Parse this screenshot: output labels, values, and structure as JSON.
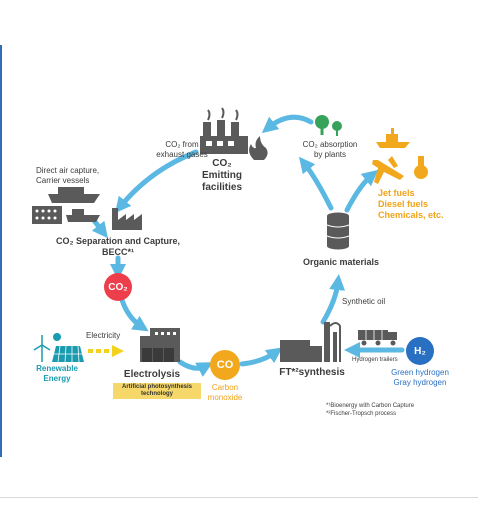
{
  "nodes": {
    "co2_from_exhaust": "CO₂ from\nexhaust gases",
    "emitting_line1": "CO₂",
    "emitting_line2": "Emitting",
    "emitting_line3": "facilities",
    "dac_line1": "Direct air capture,",
    "dac_line2": "Carrier vessels",
    "separation_line1": "CO₂ Separation and Capture,",
    "separation_line2": "BECC*¹",
    "co2_badge": "CO₂",
    "electricity": "Electricity",
    "renewable_line1": "Renewable",
    "renewable_line2": "Energy",
    "electrolysis": "Electrolysis",
    "photosynthesis_line1": "Artificial photosynthesis",
    "photosynthesis_line2": "technology",
    "co_badge": "CO",
    "carbon_monoxide_line1": "Carbon",
    "carbon_monoxide_line2": "monoxide",
    "ft_synthesis": "FT*²synthesis",
    "hydrogen_trailers": "Hydrogen trailers",
    "h2_badge": "H₂",
    "green_hydrogen": "Green hydrogen",
    "gray_hydrogen": "Gray hydrogen",
    "synthetic_oil": "Synthetic oil",
    "organic_materials": "Organic materials",
    "co2_absorption_line1": "CO₂ absorption",
    "co2_absorption_line2": "by plants",
    "jet_fuels": "Jet fuels",
    "diesel_fuels": "Diesel fuels",
    "chemicals": "Chemicals, etc."
  },
  "footnotes": {
    "note1": "*¹Bioenergy with Carbon Capture",
    "note2": "*²Fischer-Tropsch process"
  },
  "colors": {
    "arrow": "#5bb8e2",
    "co2_badge": "#ee3e4c",
    "co_badge": "#f2a81d",
    "h2_badge": "#2a70c2",
    "icon_gray": "#5a5a5a",
    "plant_green": "#37a35a",
    "fuel_orange": "#f2a81d",
    "electric_yellow": "#f2d21d"
  }
}
